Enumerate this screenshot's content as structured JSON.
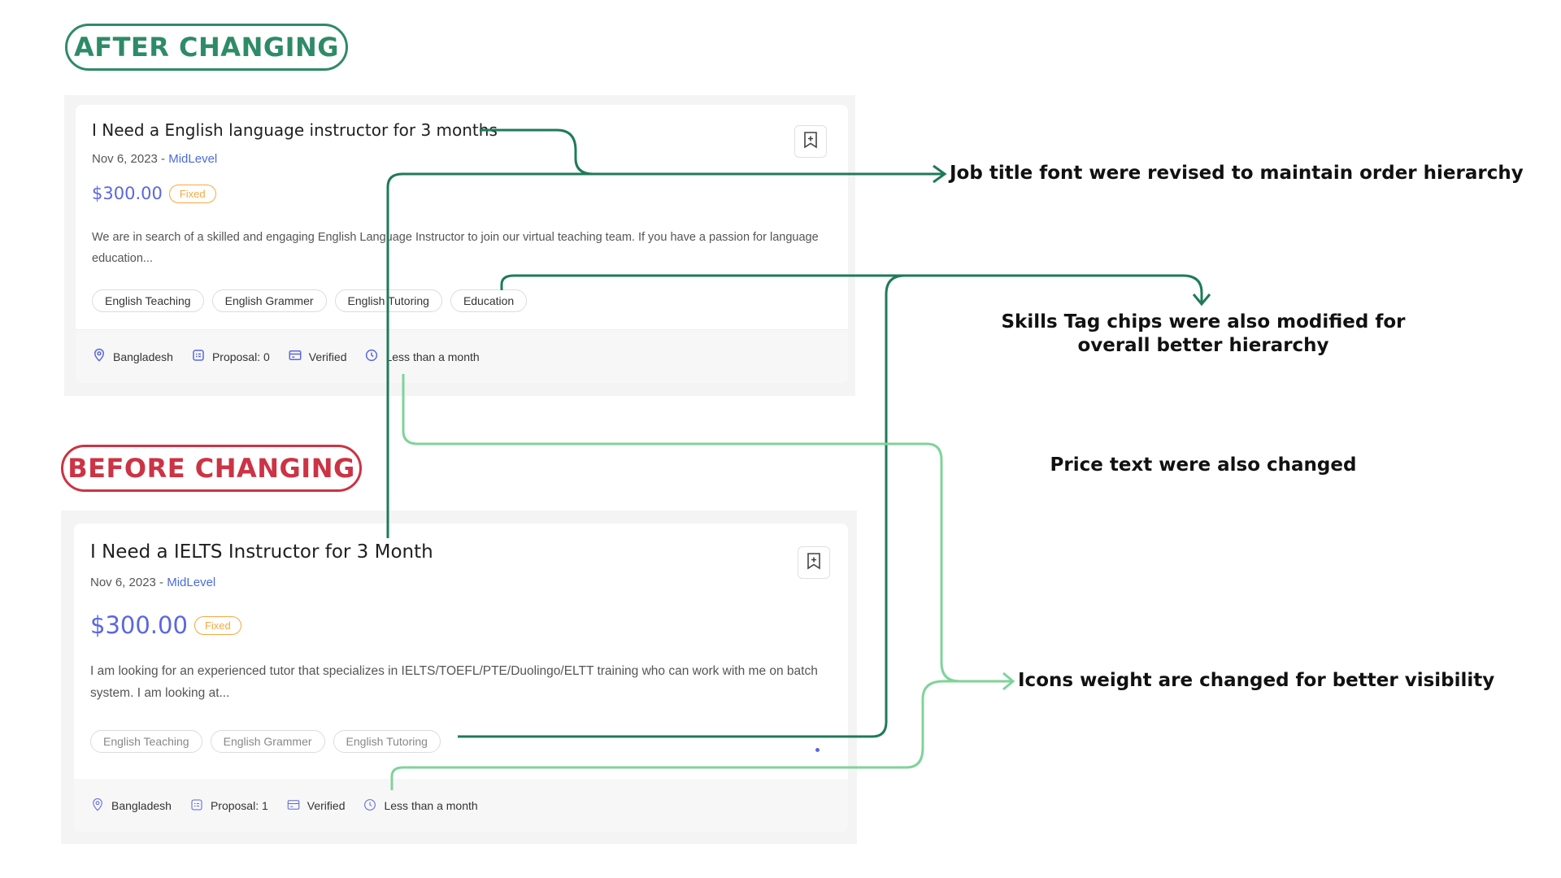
{
  "labels": {
    "after": "AFTER CHANGING",
    "before": "BEFORE CHANGING"
  },
  "after_card": {
    "title": "I Need a English language instructor for 3 months",
    "date": "Nov 6, 2023 - ",
    "level": "MidLevel",
    "price": "$300.00",
    "price_type": "Fixed",
    "description": "We are in search of a skilled and engaging English Language Instructor to join our virtual teaching team. If you have a passion for language education...",
    "skills": [
      "English Teaching",
      "English Grammer",
      "English Tutoring",
      "Education"
    ],
    "location": "Bangladesh",
    "proposal": "Proposal: 0",
    "verified": "Verified",
    "duration": "Less than a month"
  },
  "before_card": {
    "title": "I Need a IELTS Instructor for 3 Month",
    "date": "Nov 6, 2023 - ",
    "level": "MidLevel",
    "price": "$300.00",
    "price_type": "Fixed",
    "description": "I am looking for an experienced tutor that specializes in IELTS/TOEFL/PTE/Duolingo/ELTT training who can work with me on batch system. I am looking at...",
    "skills": [
      "English Teaching",
      "English Grammer",
      "English Tutoring"
    ],
    "location": "Bangladesh",
    "proposal": "Proposal: 1",
    "verified": "Verified",
    "duration": "Less than a month"
  },
  "notes": {
    "title_font": "Job title font were revised to maintain order hierarchy",
    "skills_line1": "Skills Tag chips were also modified for",
    "skills_line2": "overall better hierarchy",
    "price": "Price text were also changed",
    "icons": "Icons weight are changed for better visibility"
  },
  "colors": {
    "after_accent": "#2e8b67",
    "before_accent": "#cc3344",
    "dark_line": "#1f7a5a",
    "light_line": "#7fd39a",
    "price": "#5b67e0",
    "badge": "#f5a940"
  },
  "icons": [
    "bookmark-plus-icon",
    "location-pin-icon",
    "proposal-icon",
    "verified-icon",
    "clock-icon"
  ]
}
